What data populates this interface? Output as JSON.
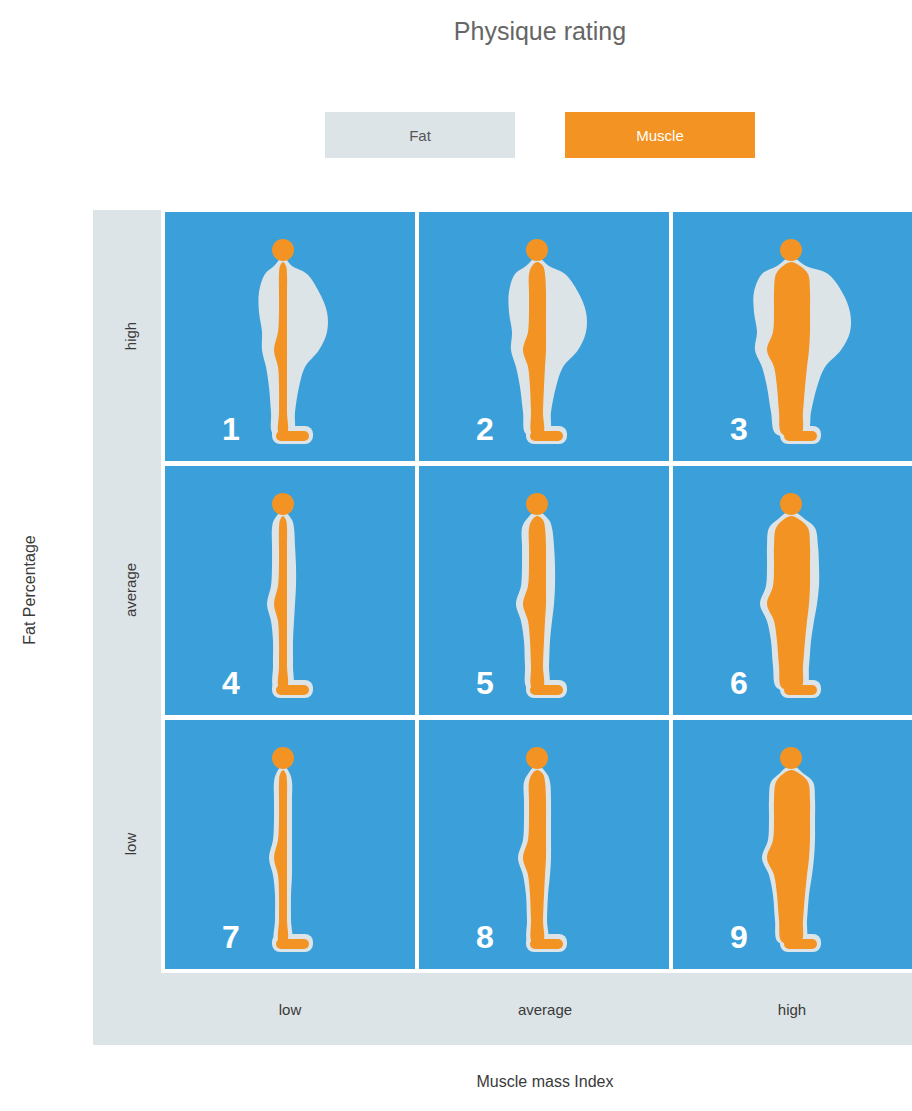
{
  "diagram": {
    "title": "Physique rating",
    "nodes": [
      {
        "text": [
          "1"
        ]
      },
      {
        "text": [
          "2"
        ]
      },
      {
        "text": [
          "3"
        ]
      },
      {
        "text": [
          "4"
        ]
      },
      {
        "text": [
          "5"
        ]
      },
      {
        "text": [
          "6"
        ]
      },
      {
        "text": [
          "7"
        ]
      },
      {
        "text": [
          "8"
        ]
      },
      {
        "text": [
          "9"
        ]
      }
    ],
    "labels": [
      "Fat Percentage",
      "high",
      "average",
      "low",
      "low",
      "average",
      "high",
      "Muscle mass Index"
    ],
    "legend": [
      {
        "text": "Fat",
        "color": "#dde4e7"
      },
      {
        "text": "Muscle",
        "color": "#f39323"
      }
    ]
  }
}
